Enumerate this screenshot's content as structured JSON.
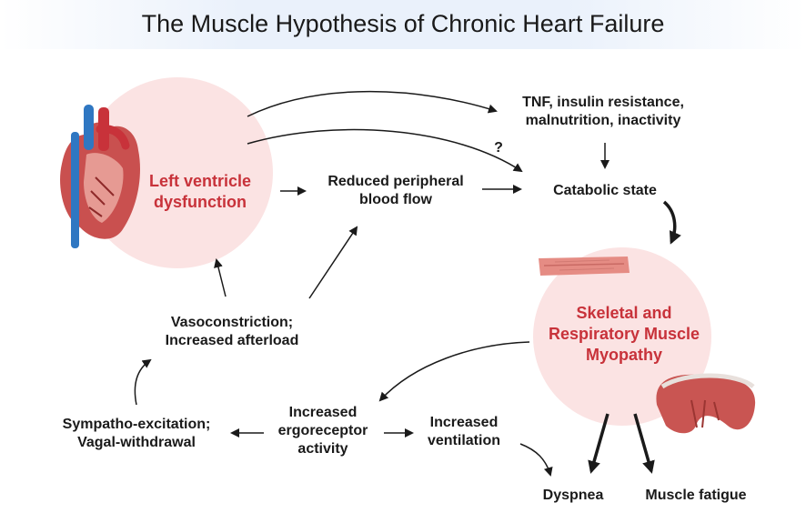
{
  "title": "The Muscle Hypothesis of Chronic Heart Failure",
  "nodes": {
    "lv": "Left ventricle dysfunction",
    "lv_line1": "Left ventricle",
    "lv_line2": "dysfunction",
    "reduced_flow_line1": "Reduced peripheral",
    "reduced_flow_line2": "blood flow",
    "tnf_line1": "TNF, insulin resistance,",
    "tnf_line2": "malnutrition, inactivity",
    "question": "?",
    "catabolic": "Catabolic state",
    "myopathy_line1": "Skeletal and",
    "myopathy_line2": "Respiratory Muscle",
    "myopathy_line3": "Myopathy",
    "vaso_line1": "Vasoconstriction;",
    "vaso_line2": "Increased afterload",
    "ergo_line1": "Increased",
    "ergo_line2": "ergoreceptor",
    "ergo_line3": "activity",
    "sympatho_line1": "Sympatho-excitation;",
    "sympatho_line2": "Vagal-withdrawal",
    "ventilation_line1": "Increased",
    "ventilation_line2": "ventilation",
    "dyspnea": "Dyspnea",
    "fatigue": "Muscle fatigue"
  },
  "colors": {
    "highlight_text": "#c8323a",
    "circle_fill": "#fbe3e3",
    "title_band": "#eaf1fb"
  },
  "icons": [
    "heart-icon",
    "muscle-fiber-icon",
    "diaphragm-icon"
  ]
}
